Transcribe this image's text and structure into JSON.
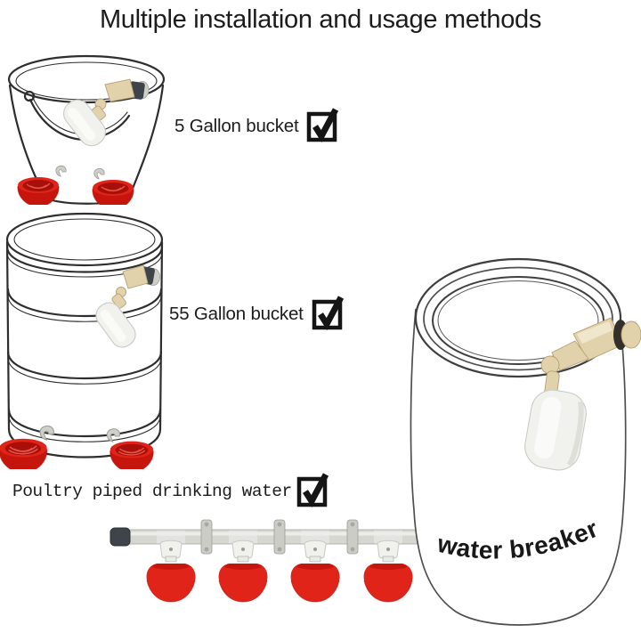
{
  "title": "Multiple installation and usage methods",
  "methods": [
    {
      "label": "5 Gallon bucket",
      "checked": true
    },
    {
      "label": "55 Gallon bucket",
      "checked": true
    },
    {
      "label": "Poultry piped drinking water",
      "checked": true
    }
  ],
  "container_label": "water breaker",
  "colors": {
    "text_black": "#1c1c1c",
    "check_black": "#151515",
    "line_dark": "#2e2e2e",
    "cup_red": "#e0241a",
    "cup_red_deep": "#c6150d",
    "cup_red_dark": "#a80f08",
    "valve_beige": "#e2d2ac",
    "valve_beige_edge": "#b7a076",
    "float_white": "#f1f2ee",
    "float_edge": "#c9ccc5",
    "pipe_gray": "#d7d7d1",
    "pipe_edge": "#b3b3ad",
    "cap_dark": "#3f444b",
    "metal_gray": "#cfcfca"
  }
}
